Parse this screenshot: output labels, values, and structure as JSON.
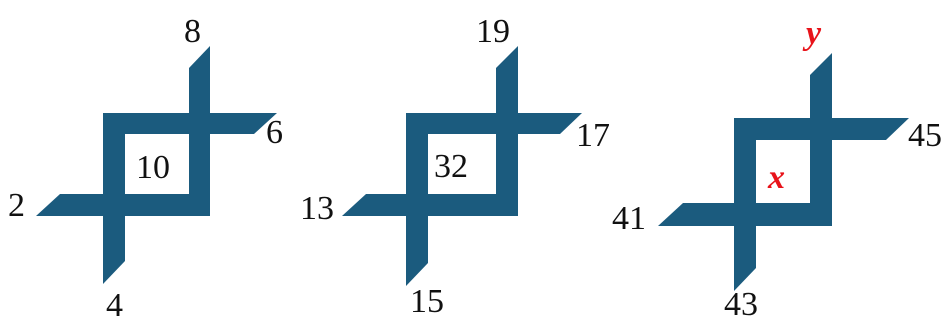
{
  "colors": {
    "shape_fill": "#1b5b7e",
    "text": "#111111",
    "unknown": "#e8131a",
    "background": "#ffffff"
  },
  "figures": [
    {
      "top": "8",
      "right": "6",
      "bottom": "4",
      "left": "2",
      "center": "10"
    },
    {
      "top": "19",
      "right": "17",
      "bottom": "15",
      "left": "13",
      "center": "32"
    },
    {
      "top": "y",
      "right": "45",
      "bottom": "43",
      "left": "41",
      "center": "x"
    }
  ]
}
